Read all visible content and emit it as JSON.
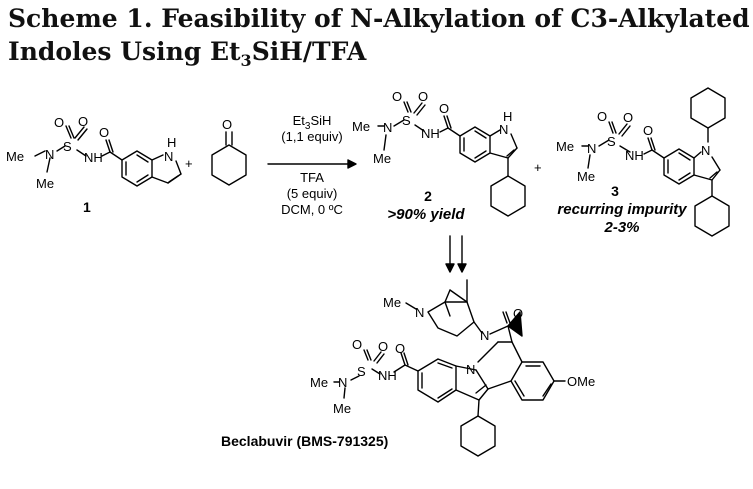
{
  "title": {
    "line1": "Scheme 1. Feasibility of N-Alkylation of C3-Alkylated",
    "line2_pre": "Indoles Using Et",
    "line2_sub": "3",
    "line2_post": "SiH/TFA"
  },
  "atoms": {
    "me": "Me",
    "n": "N",
    "s": "S",
    "o": "O",
    "nh": "NH",
    "h": "H",
    "h_n": "N",
    "ome": "OMe"
  },
  "plus": "+",
  "reagents": {
    "line1_pre": "Et",
    "line1_sub": "3",
    "line1_post": "SiH",
    "line2": "(1,1 equiv)",
    "line3": "TFA",
    "line4": "(5 equiv)",
    "line5": "DCM, 0 ºC"
  },
  "compounds": {
    "c1": "1",
    "c2": "2",
    "c2_yield": ">90% yield",
    "c3": "3",
    "c3_label": "recurring impurity",
    "c3_pct": "2-3%",
    "beclabuvir": "Beclabuvir (BMS-791325)"
  }
}
